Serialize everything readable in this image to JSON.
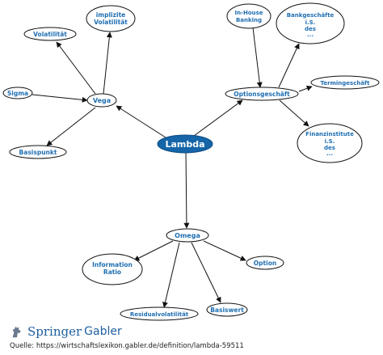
{
  "diagram": {
    "center": "Lambda",
    "nodes": {
      "vega": "Vega",
      "volatilitaet": "Volatilität",
      "implizite_1": "implizite",
      "implizite_2": "Volatilität",
      "sigma": "Sigma",
      "basispunkt": "Basispunkt",
      "optionsgeschaeft": "Optionsgeschäft",
      "inhouse_1": "In-House",
      "inhouse_2": "Banking",
      "bank_1": "Bankgeschäfte",
      "bank_2": "i.S.",
      "bank_3": "des",
      "bank_4": "...",
      "termin": "Termingeschäft",
      "fin_1": "Finanzinstitute",
      "fin_2": "i.S.",
      "fin_3": "des",
      "fin_4": "...",
      "omega": "Omega",
      "info_1": "Information",
      "info_2": "Ratio",
      "option": "Option",
      "residual": "Residualvolatilität",
      "basiswert": "Basiswert"
    }
  },
  "footer": {
    "logo_word1": "Springer",
    "logo_word2": "Gabler",
    "source": "Quelle: https://wirtschaftslexikon.gabler.de/definition/lambda-59511"
  },
  "colors": {
    "node_text": "#1f6fb2",
    "center_fill": "#1565a8",
    "edge": "#111111"
  }
}
